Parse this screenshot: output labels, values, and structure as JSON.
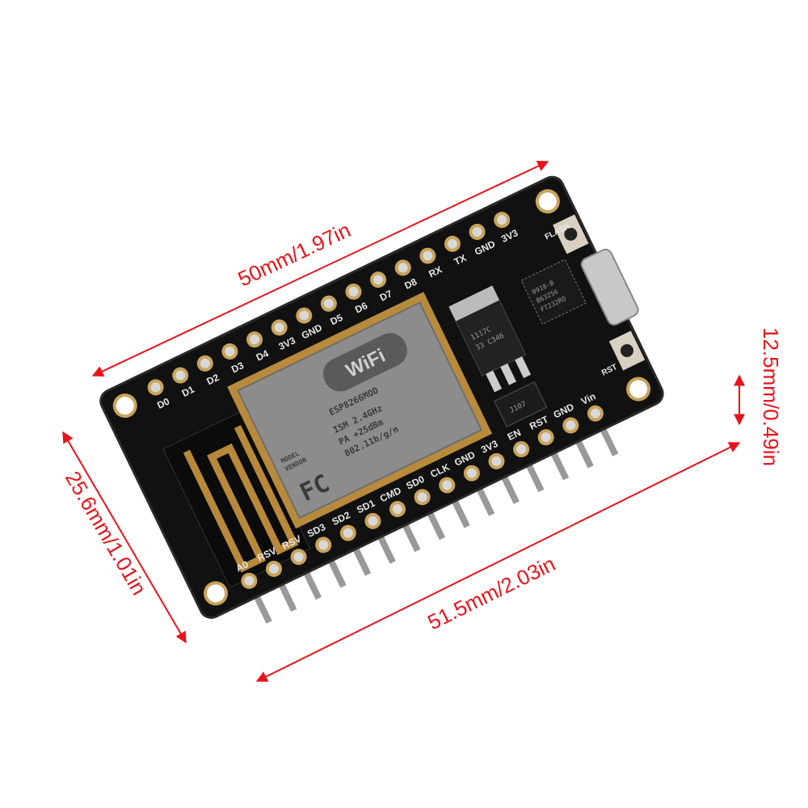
{
  "dimensions": {
    "length_top": "50mm/1.97in",
    "width_left": "25.6mm/1.01in",
    "length_bottom": "51.5mm/2.03in",
    "height_right": "12.5mm/0.49in",
    "line_color": "#e8141c"
  },
  "board": {
    "pcb_color": "#111111",
    "top_pins": [
      "D0",
      "D1",
      "D2",
      "D3",
      "D4",
      "3V3",
      "GND",
      "D5",
      "D6",
      "D7",
      "D8",
      "RX",
      "TX",
      "GND",
      "3V3"
    ],
    "bottom_pins": [
      "A0",
      "RSV",
      "RSV",
      "SD3",
      "SD2",
      "SD1",
      "CMD",
      "SD0",
      "CLK",
      "GND",
      "3V3",
      "EN",
      "RST",
      "GND",
      "Vin"
    ],
    "buttons": [
      "FLASH",
      "RST"
    ],
    "module": {
      "logo": "WiFi",
      "model": "ESP8266MOD",
      "model_label": "MODEL",
      "vendor_label": "VENDOR",
      "spec1": "ISM 2.4GHz",
      "spec2": "PA +25dBm",
      "spec3": "802.11b/g/n",
      "fcc": "FC"
    },
    "regulator": [
      "1117C",
      "33 C346"
    ],
    "usb_chip": [
      "0918-B",
      "B63256",
      "FT232RQ"
    ],
    "diode": "J107"
  }
}
